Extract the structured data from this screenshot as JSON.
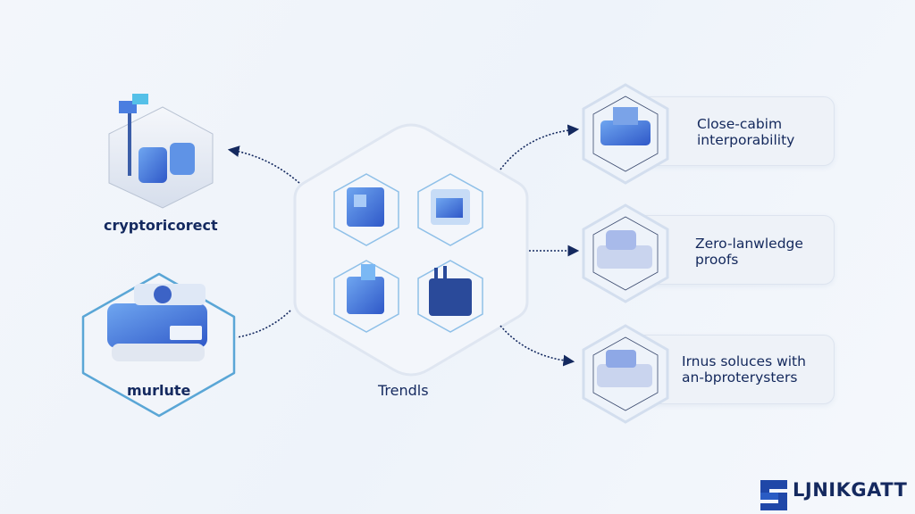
{
  "center": {
    "label": "Trendls"
  },
  "left_items": [
    {
      "label": "cryptoricorect",
      "icon": "server-rack-icon"
    },
    {
      "label": "murlute",
      "icon": "device-module-icon"
    }
  ],
  "right_items": [
    {
      "line1": "Close-cabim",
      "line2": "interporability",
      "icon": "chip-block-icon"
    },
    {
      "line1": "Zero-lanwledge",
      "line2": "proofs",
      "icon": "stacked-device-icon"
    },
    {
      "line1": "Irnus soluces with",
      "line2": "an-bproterysters",
      "icon": "module-block-icon"
    }
  ],
  "logo": {
    "text": "LJNIKGATT"
  },
  "colors": {
    "accent": "#3f6fd8",
    "text": "#14295f",
    "outline": "#5aa6d6"
  }
}
